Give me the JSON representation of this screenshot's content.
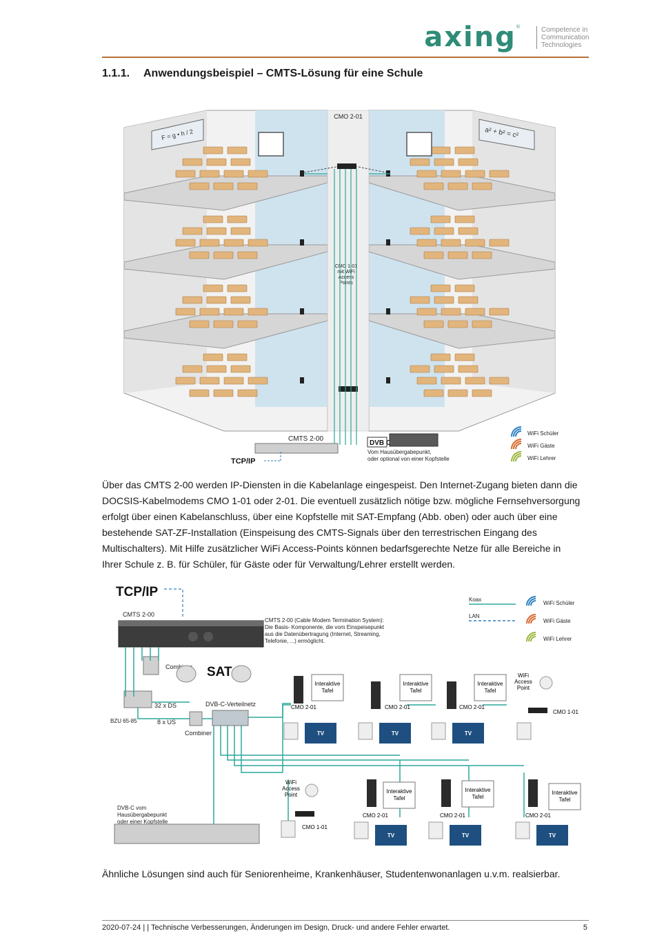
{
  "header": {
    "logo_text": "axing",
    "logo_reg": "®",
    "tagline": [
      "Competence in",
      "Communication",
      "Technologies"
    ],
    "rule_color": "#b46e35",
    "brand_color": "#2f8c78"
  },
  "section": {
    "number": "1.1.1.",
    "title": "Anwendungsbeispiel – CMTS-Lösung für eine Schule"
  },
  "figure1": {
    "formula": "F = g • h / 2",
    "equation": "a² + b² = c²",
    "cmo_top_label": "CMO 2-01",
    "cmo_mid_label": [
      "CMO 1-01",
      "mit WiFi",
      "Access",
      "Points"
    ],
    "cmts_label": "CMTS 2-00",
    "tcpip_label": "TCP/IP",
    "dvb_logo": "DVB C",
    "hub_label": [
      "Vom Hausübergabepunkt,",
      "oder optional von einer Kopfstelle"
    ],
    "legend": [
      {
        "label": "WiFi Schüler",
        "color": "#2a7fc0"
      },
      {
        "label": "WiFi Gäste",
        "color": "#d8672a"
      },
      {
        "label": "WiFi Lehrer",
        "color": "#9ab63a"
      }
    ]
  },
  "body": {
    "lines": [
      "Über das CMTS 2-00 werden IP-Diensten in die Kabelanlage eingespeist. Den Internet-Zugang bieten dann die",
      "DOCSIS-Kabelmodems CMO 1-01 oder 2-01. Die eventuell zusätzlich nötige bzw. mögliche Fernsehversorgung",
      "erfolgt über einen Kabelanschluss, über eine Kopfstelle mit SAT-Empfang (Abb. oben) oder auch über eine",
      "bestehende SAT-ZF-Installation (Einspeisung des CMTS-Signals über den terrestrischen Eingang des",
      "Multischalters). Mit Hilfe zusätzlicher WiFi Access-Points können bedarfsgerechte Netze für alle Bereiche in",
      "Ihrer Schule z. B. für Schüler, für Gäste oder für Verwaltung/Lehrer erstellt werden."
    ]
  },
  "figure2": {
    "tcpip": "TCP/IP",
    "cmts_label": "CMTS 2-00",
    "cmts_desc": [
      "CMTS 2-00 (Cable Modem Termination System):",
      "Die Basis- Komponente, die vom Einspeisepunkt",
      "aus die Datenübertragung (Internet, Streaming,",
      "Telefonie, ...) ermöglicht."
    ],
    "combiner": "Combiner",
    "combiner2": "Combiner",
    "bzu": "BZU 65-85",
    "ds": "32 x DS",
    "us": "8 x US",
    "dvbc_net": "DVB-C-Verteilnetz",
    "sat": "SAT",
    "dvbc_source": [
      "DVB-C vom",
      "Hausübergabepunkt",
      "oder einer Kopfstelle"
    ],
    "legend_koax": "Koax",
    "legend_lan": "LAN",
    "legend": [
      {
        "label": "WiFi Schüler",
        "color": "#2a7fc0"
      },
      {
        "label": "WiFi Gäste",
        "color": "#d8672a"
      },
      {
        "label": "WiFi Lehrer",
        "color": "#9ab63a"
      }
    ],
    "board_label": [
      "Interaktive",
      "Tafel"
    ],
    "tv": "TV",
    "cmo201": "CMO 2-01",
    "cmo101": "CMO 1-01",
    "ap": [
      "WiFi",
      "Access",
      "Point"
    ]
  },
  "closing": "Ähnliche Lösungen sind auch für Seniorenheime, Krankenhäuser, Studentenwonanlagen u.v.m. realsierbar.",
  "footer": {
    "text": "2020-07-24 | | Technische Verbesserungen, Änderungen im Design, Druck- und andere Fehler erwartet.",
    "page": "5"
  }
}
